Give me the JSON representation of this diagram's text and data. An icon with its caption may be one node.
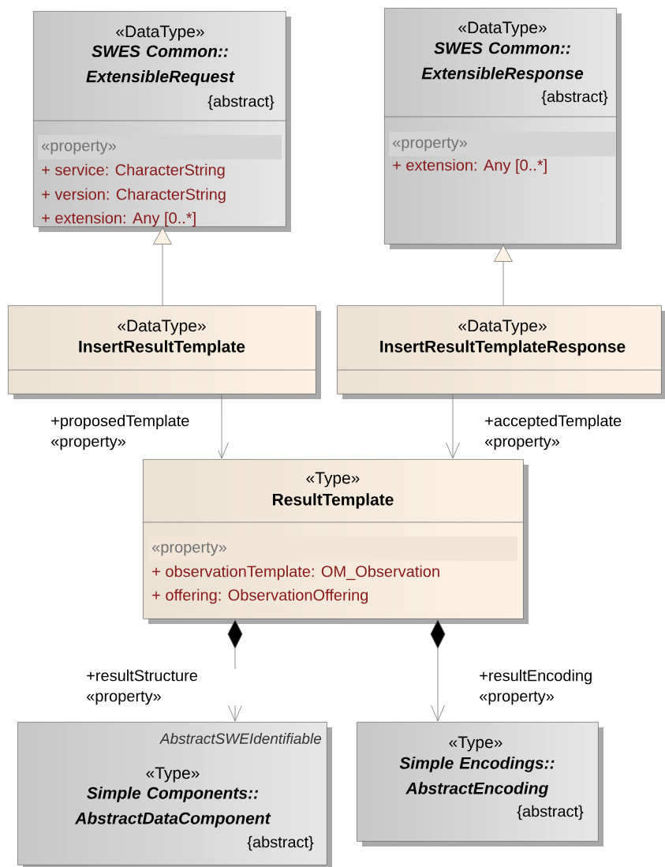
{
  "diagram": {
    "nodes": [
      {
        "text": [
          "«DataType»",
          "SWES Common:: ExtensibleRequest",
          "{abstract}",
          "«property»",
          "+ service: CharacterString",
          "+ version: CharacterString",
          "+ extension: Any [0..*]"
        ]
      },
      {
        "text": [
          "«DataType»",
          "SWES Common:: ExtensibleResponse",
          "{abstract}",
          "«property»",
          "+ extension: Any [0..*]"
        ]
      },
      {
        "text": [
          "«DataType»",
          "InsertResultTemplate"
        ]
      },
      {
        "text": [
          "«DataType»",
          "InsertResultTemplateResponse"
        ]
      },
      {
        "text": [
          "«Type»",
          "ResultTemplate",
          "«property»",
          "+ observationTemplate: OM_Observation",
          "+ offering: ObservationOffering"
        ]
      },
      {
        "text": [
          "AbstractSWEIdentifiable",
          "«Type»",
          "Simple Components:: AbstractDataComponent",
          "{abstract}"
        ]
      },
      {
        "text": [
          "«Type»",
          "Simple Encodings:: AbstractEncoding",
          "{abstract}"
        ]
      }
    ],
    "edges": [
      {
        "from": 2,
        "to": 0,
        "arrow": "to"
      },
      {
        "from": 3,
        "to": 1,
        "arrow": "to"
      },
      {
        "from": 2,
        "to": 4,
        "arrow": "to",
        "label": "+proposedTemplate «property»"
      },
      {
        "from": 3,
        "to": 4,
        "arrow": "to",
        "label": "+acceptedTemplate «property»"
      },
      {
        "from": 4,
        "to": 5,
        "arrow": "to",
        "label": "+resultStructure «property»"
      },
      {
        "from": 4,
        "to": 6,
        "arrow": "to",
        "label": "+resultEncoding «property»"
      }
    ]
  }
}
